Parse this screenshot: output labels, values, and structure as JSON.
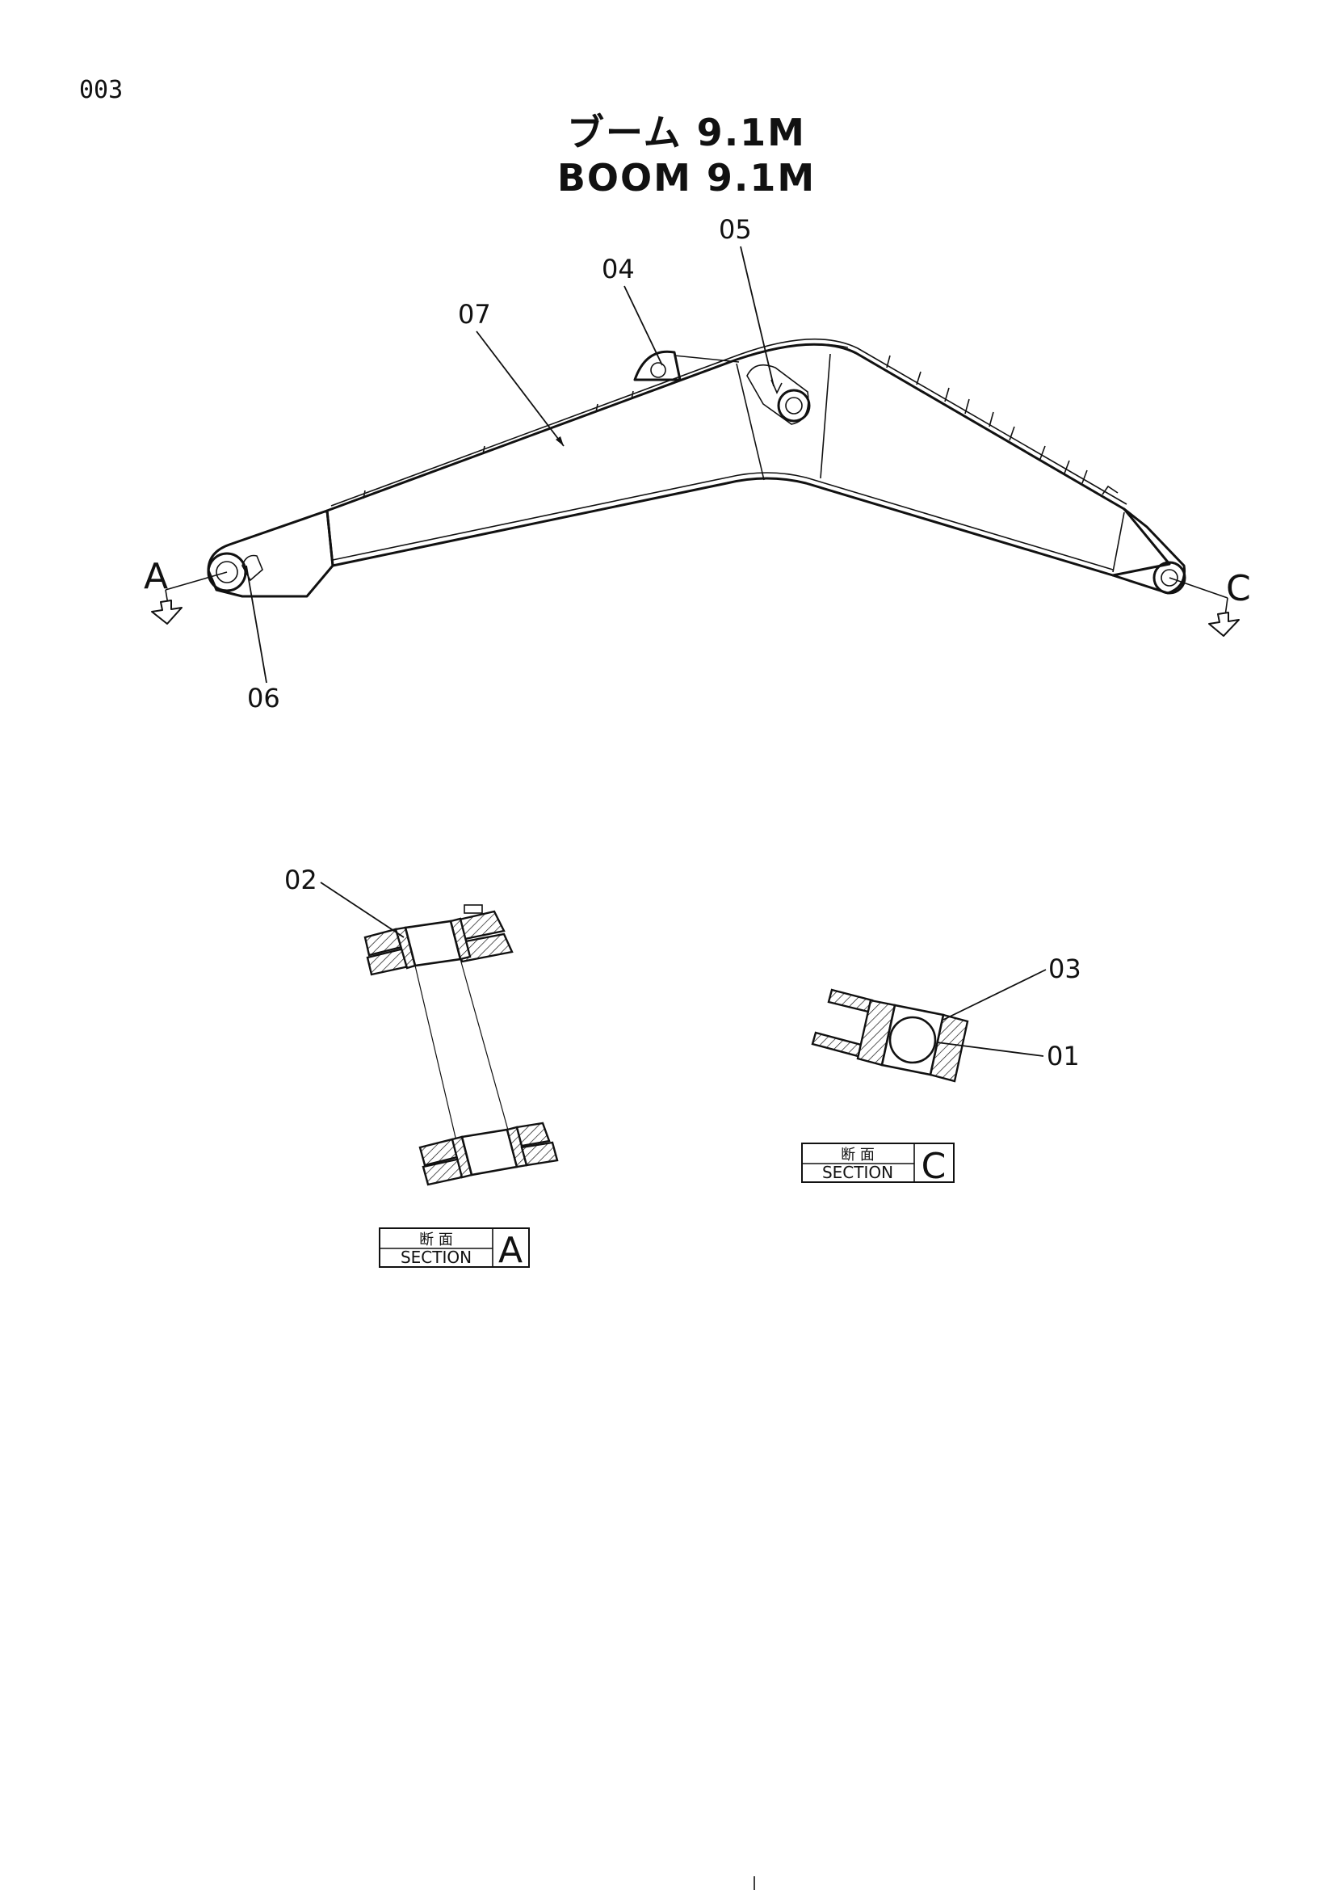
{
  "page_number": "003",
  "title": {
    "japanese": "ブーム 9.1M",
    "english": "BOOM 9.1M"
  },
  "section_markers": {
    "left": "A",
    "right": "C"
  },
  "callouts": {
    "c01": "01",
    "c02": "02",
    "c03": "03",
    "c04": "04",
    "c05": "05",
    "c06": "06",
    "c07": "07"
  },
  "section_labels": {
    "a": {
      "japanese": "断 面",
      "english": "SECTION",
      "letter": "A"
    },
    "c": {
      "japanese": "断 面",
      "english": "SECTION",
      "letter": "C"
    }
  }
}
